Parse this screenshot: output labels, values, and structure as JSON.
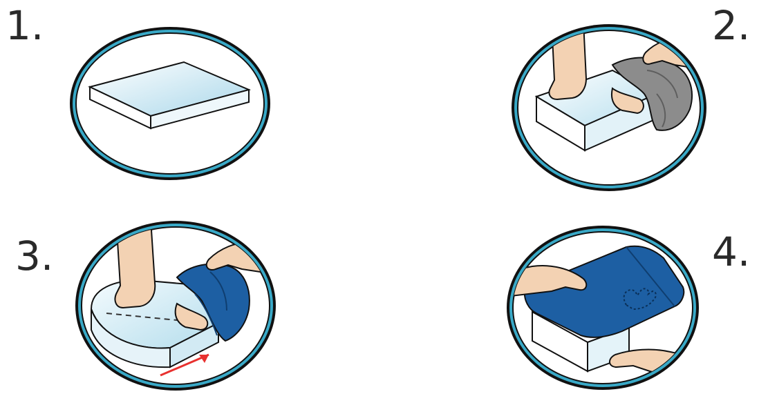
{
  "steps": [
    {
      "number": "1.",
      "illustration": "foam-cushion-icon"
    },
    {
      "number": "2.",
      "illustration": "begin-cover-icon"
    },
    {
      "number": "3.",
      "illustration": "pull-cover-icon"
    },
    {
      "number": "4.",
      "illustration": "finished-cover-icon"
    }
  ],
  "colors": {
    "ring_outer": "#111111",
    "ring_teal": "#39a9c7",
    "foam_light": "#e9f5fa",
    "foam_mid": "#bfe2ef",
    "skin": "#f3d2b3",
    "cover_gray": "#8c8c8c",
    "cover_blue": "#1d5fa3",
    "arrow_red": "#e8312f"
  }
}
